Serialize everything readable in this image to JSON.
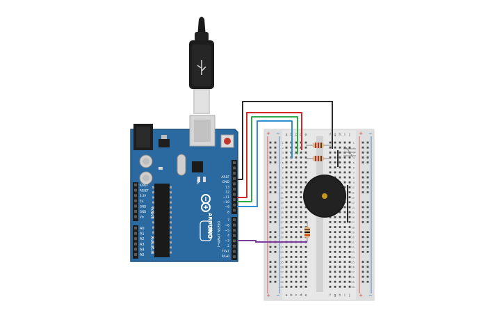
{
  "arduino": {
    "brand": "ARDUINO",
    "model": "UNO",
    "on_label": "ON",
    "header_power_label": "POWER",
    "header_analog_label": "ANALOG IN",
    "header_digital_label": "DIGITAL (PWM~)",
    "power_pins": [
      "IOREF",
      "RESET",
      "3.3V",
      "5V",
      "GND",
      "GND",
      "Vin"
    ],
    "analog_pins": [
      "A0",
      "A1",
      "A2",
      "A3",
      "A4",
      "A5"
    ],
    "digital_top": [
      "AREF",
      "GND",
      "13",
      "12",
      "~11",
      "~10",
      "~9",
      "8"
    ],
    "digital_bottom": [
      "7",
      "~6",
      "~5",
      "4",
      "~3",
      "2",
      "TX▸1",
      "RX◂0"
    ],
    "colors": {
      "board": "#2a6aa0",
      "edge": "#1f4f7a"
    }
  },
  "breadboard": {
    "top_cols": [
      "a",
      "b",
      "c",
      "d",
      "e",
      "f",
      "g",
      "h",
      "i",
      "j"
    ],
    "bottom_cols": [
      "a",
      "b",
      "c",
      "d",
      "e",
      "f",
      "g",
      "h",
      "i",
      "j"
    ],
    "rows": [
      "1",
      "2",
      "3",
      "4",
      "5",
      "6",
      "7",
      "8",
      "9",
      "10",
      "11",
      "12",
      "13",
      "14",
      "15",
      "16",
      "17",
      "18",
      "19",
      "20",
      "21",
      "22",
      "23",
      "24",
      "25",
      "26",
      "27",
      "28",
      "29",
      "30"
    ],
    "rail_plus": "+",
    "rail_minus": "−"
  },
  "wires": [
    {
      "name": "gnd-wire",
      "color": "#2b2b2b"
    },
    {
      "name": "pin-11-wire",
      "color": "#d32626"
    },
    {
      "name": "pin-10-wire",
      "color": "#2fa84a"
    },
    {
      "name": "pin-9-wire",
      "color": "#2f8fd6"
    },
    {
      "name": "pin-3-wire",
      "color": "#7a3d9c"
    }
  ]
}
